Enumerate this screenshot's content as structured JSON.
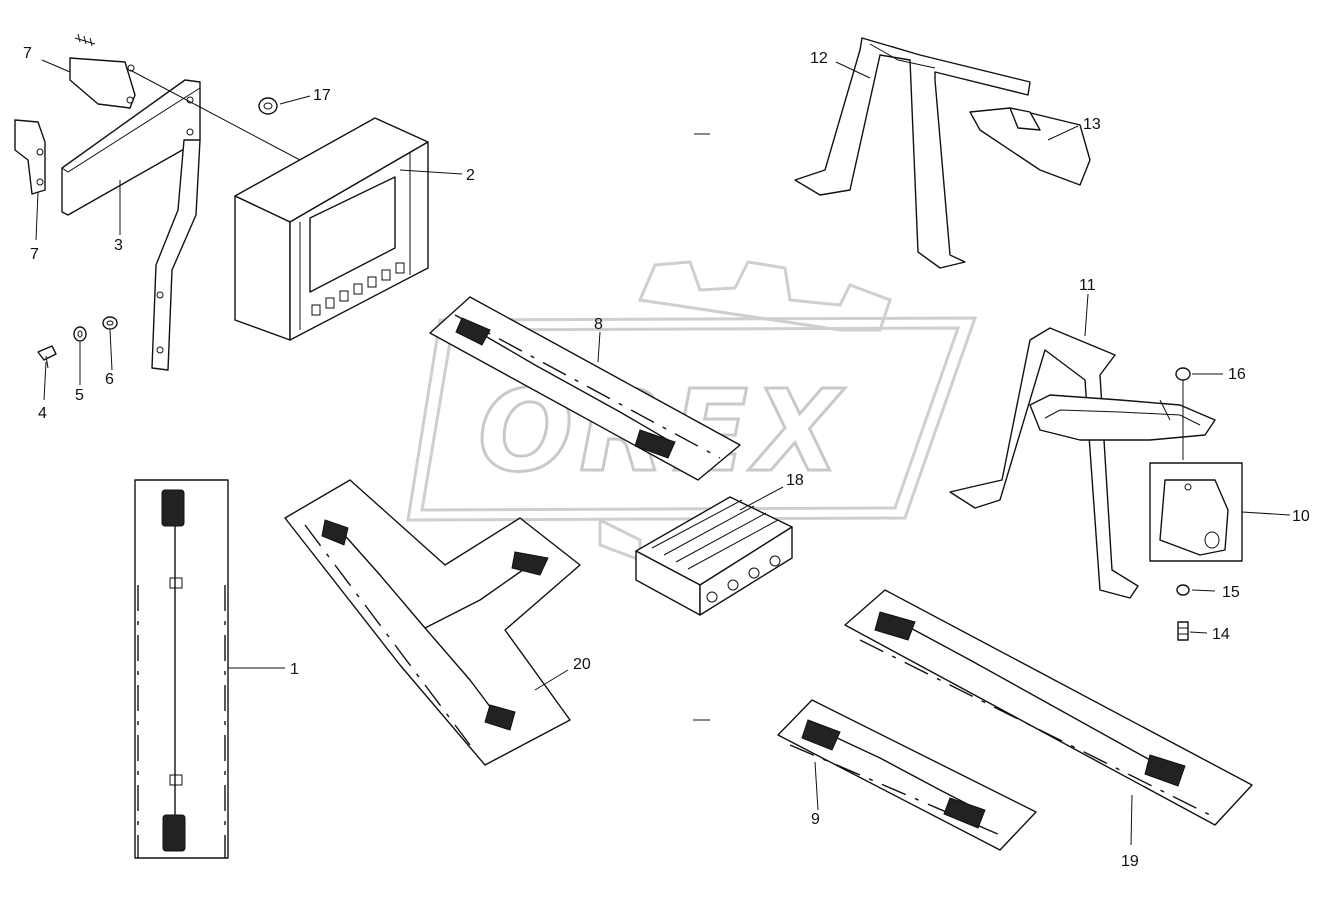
{
  "watermark": {
    "text": "OREX"
  },
  "callouts": {
    "c1": "1",
    "c2": "2",
    "c3": "3",
    "c4": "4",
    "c5": "5",
    "c6": "6",
    "c7a": "7",
    "c7b": "7",
    "c8": "8",
    "c9": "9",
    "c10": "10",
    "c11": "11",
    "c12": "12",
    "c13": "13",
    "c14": "14",
    "c15": "15",
    "c16": "16",
    "c17": "17",
    "c18": "18",
    "c19": "19",
    "c20": "20"
  }
}
